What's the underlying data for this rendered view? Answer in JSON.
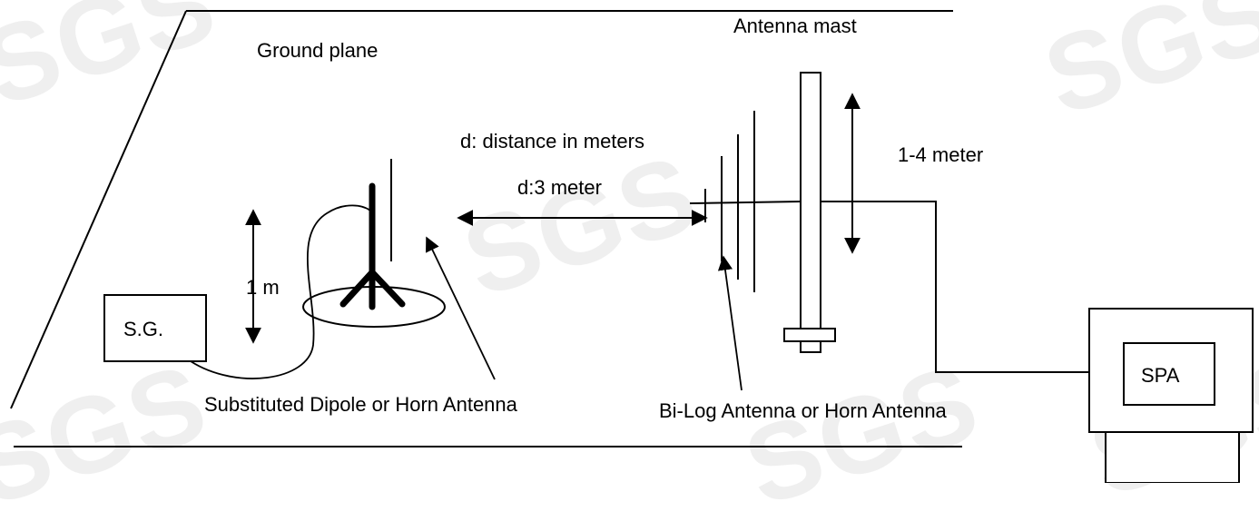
{
  "watermark": {
    "text": "SGS"
  },
  "labels": {
    "ground_plane": "Ground plane",
    "antenna_mast": "Antenna mast",
    "distance_desc": "d: distance in meters",
    "distance_value": "d:3 meter",
    "mast_height": "1-4 meter",
    "dipole_height": "1 m",
    "signal_generator": "S.G.",
    "spectrum_analyzer": "SPA",
    "substituted_antenna": "Substituted Dipole or Horn Antenna",
    "bilog_antenna": "Bi-Log Antenna or Horn Antenna"
  }
}
